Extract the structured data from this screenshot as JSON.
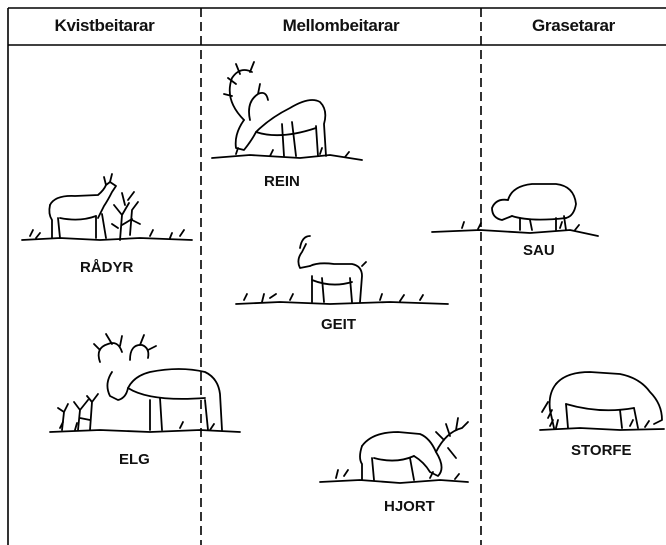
{
  "columns": [
    {
      "id": "kvist",
      "header": "Kvistbeitarar"
    },
    {
      "id": "mellom",
      "header": "Mellombeitarar"
    },
    {
      "id": "gras",
      "header": "Grasetarar"
    }
  ],
  "animals": {
    "radyr": "RÅDYR",
    "elg": "ELG",
    "rein": "REIN",
    "geit": "GEIT",
    "hjort": "HJORT",
    "sau": "SAU",
    "storfe": "STORFE"
  }
}
